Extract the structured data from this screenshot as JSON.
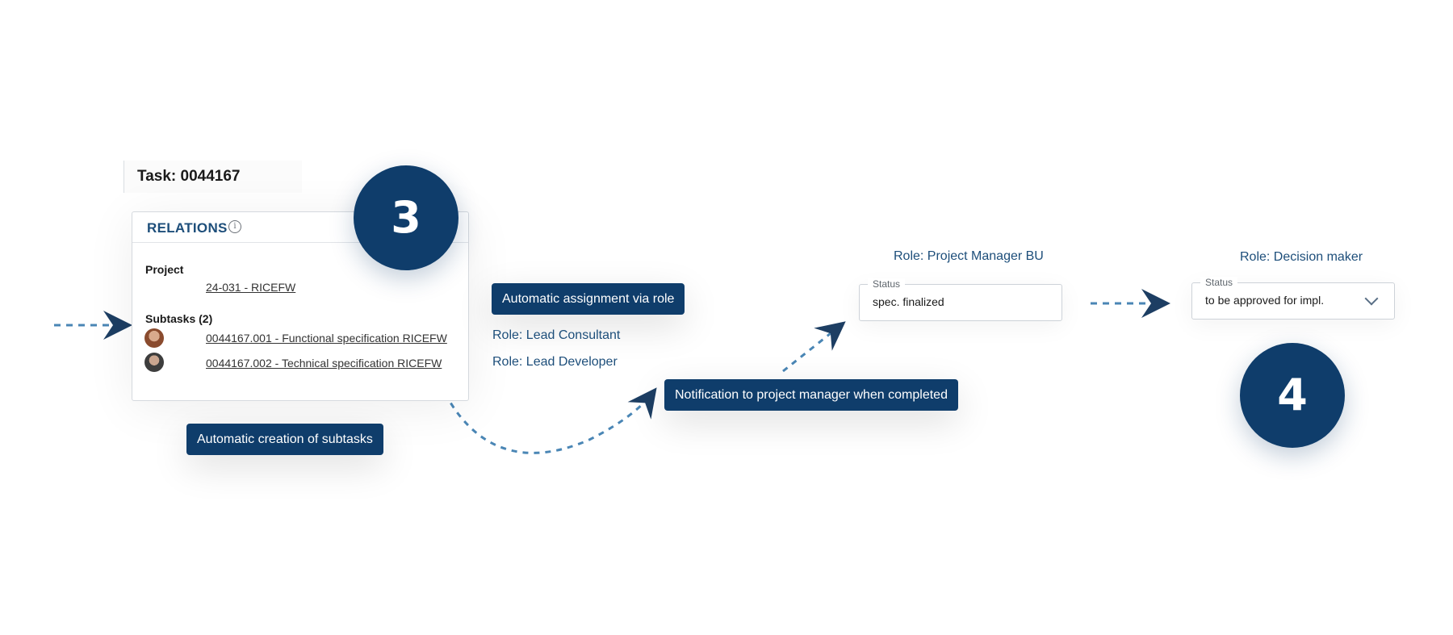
{
  "task": {
    "title": "Task: 0044167"
  },
  "relations": {
    "title": "RELATIONS",
    "info_icon": "info-icon",
    "project_label": "Project",
    "project_link": "24-031 - RICEFW",
    "subtasks_label": "Subtasks (2)",
    "subtasks": [
      {
        "label": "0044167.001 - Functional specification RICEFW",
        "avatar": "person-avatar"
      },
      {
        "label": "0044167.002 - Technical specification RICEFW",
        "avatar": "person-avatar"
      }
    ]
  },
  "steps": {
    "step3": "3",
    "step4": "4"
  },
  "callouts": {
    "subtasks": "Automatic creation of subtasks",
    "assignment": "Automatic assignment via role",
    "notification": "Notification to project manager when completed"
  },
  "roles": {
    "lead_consultant": "Role: Lead Consultant",
    "lead_developer": "Role: Lead Developer",
    "project_manager": "Role: Project Manager BU",
    "decision_maker": "Role: Decision maker"
  },
  "status_fields": [
    {
      "legend": "Status",
      "value": "spec. finalized"
    },
    {
      "legend": "Status",
      "value": "to be approved for impl.",
      "dropdown_icon": "chevron-down-icon"
    }
  ],
  "colors": {
    "primary": "#0f3d6b",
    "role_text": "#1d4e7a",
    "arrow_dashed": "#4a86b5",
    "arrow_head": "#1d3e63"
  }
}
